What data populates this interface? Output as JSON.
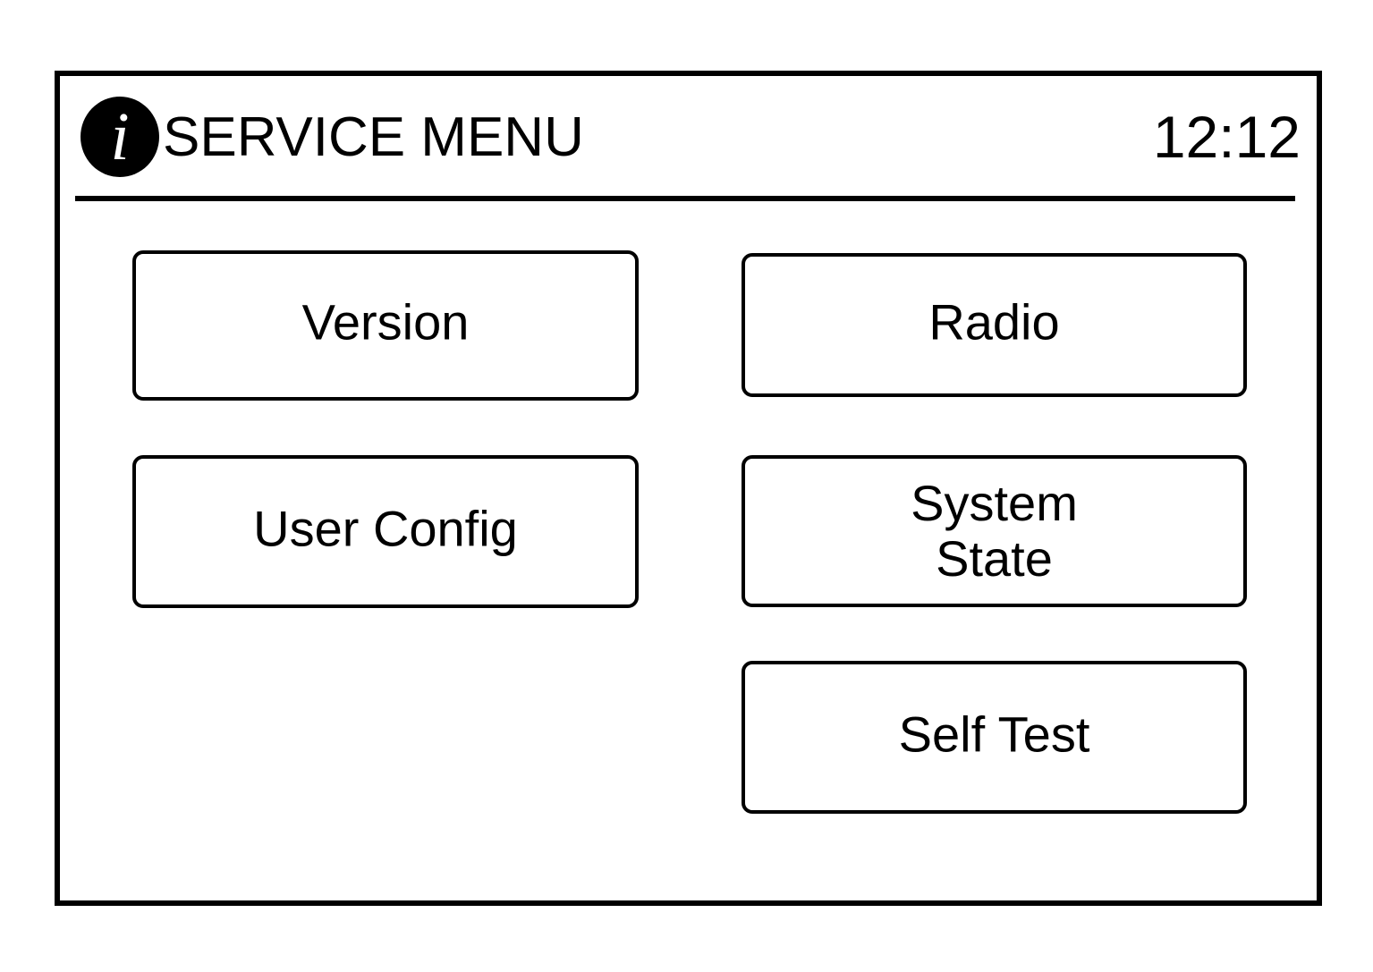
{
  "header": {
    "icon": "info-icon",
    "icon_glyph": "i",
    "title": "SERVICE MENU",
    "clock": "12:12"
  },
  "colors": {
    "background": "#ffffff",
    "foreground": "#000000",
    "border": "#000000"
  },
  "menu": {
    "left_column": [
      {
        "id": "version",
        "label": "Version"
      },
      {
        "id": "user-config",
        "label": "User Config"
      }
    ],
    "right_column": [
      {
        "id": "radio",
        "label": "Radio"
      },
      {
        "id": "system-state",
        "label": "System\nState"
      },
      {
        "id": "self-test",
        "label": "Self Test"
      }
    ]
  }
}
